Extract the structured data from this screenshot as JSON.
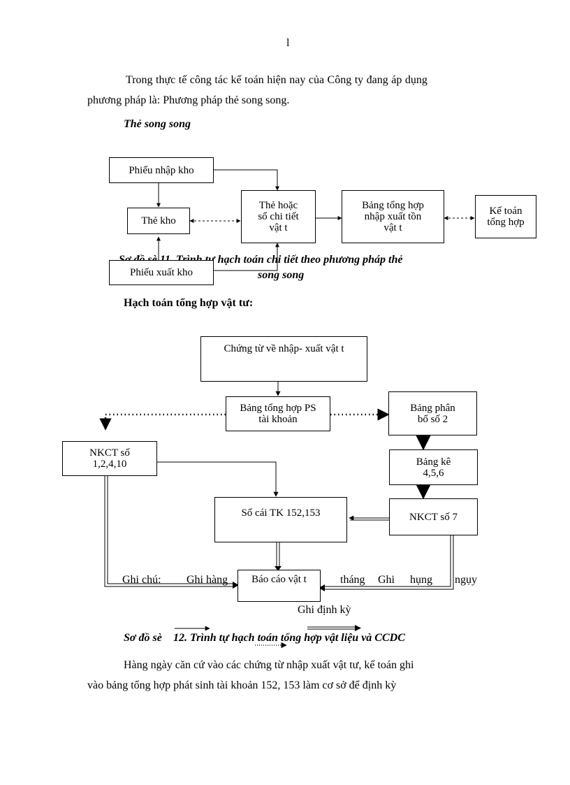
{
  "page_number": "l",
  "intro": {
    "line1": "Trong thực tế công tác kế toán hiện nay của Công ty đang áp dụng",
    "line2": "phương pháp là: Phương pháp thẻ song song."
  },
  "section1_title": "Thẻ song song",
  "diagram1": {
    "phieu_nhap": "Phiếu nhập kho",
    "the_kho": "Thẻ kho",
    "phieu_xuat": "Phiếu xuất kho",
    "the_hoac_so": "Thẻ hoặc\nsổ chi tiết\nvật t",
    "bang_tong_hop": "Bảng tổng hợp\nnhập xuất tồn\nvật t",
    "ke_toan": "Kế toán\ntổng hợp",
    "caption_line1": "Sơ đồ sè 11. Trình tự hạch toán chi tiết theo phương pháp thẻ",
    "caption_line2": "song song"
  },
  "section2_title": "Hạch toán tổng hợp vật tư:",
  "diagram2": {
    "chung_tu": "Chứng từ về nhập- xuất vật t",
    "bang_ps": "Bảng tổng hợp PS\ntài khoản",
    "bang_phan_bo": "Bảng phân\nbổ số 2",
    "nkct_1": "NKCT số\n1,2,4,10",
    "bang_ke": "Bảng kê\n4,5,6",
    "so_cai": "Sổ cái TK 152,153",
    "nkct_7": "NKCT số 7",
    "bao_cao": "Báo cáo vật t",
    "legend": {
      "ghi_chu": "Ghi chú:",
      "ghi_hang": "Ghi hàng",
      "thang": "tháng",
      "ghi": "Ghi",
      "hang": "hụng",
      "ngay": "ngụy",
      "ghi_dinh_ky": "Ghi định kỳ"
    },
    "caption_prefix": "Sơ đồ sè",
    "caption_rest": "12. Trình tự hạch toán tổng hợp vật liệu và CCDC"
  },
  "closing": {
    "line1": "Hàng ngày căn cứ vào các chứng từ nhập xuất vật tư, kế toán ghi",
    "line2": "vào bảng tổng hợp phát sinh tài khoản 152, 153 làm cơ sở để định kỳ"
  }
}
